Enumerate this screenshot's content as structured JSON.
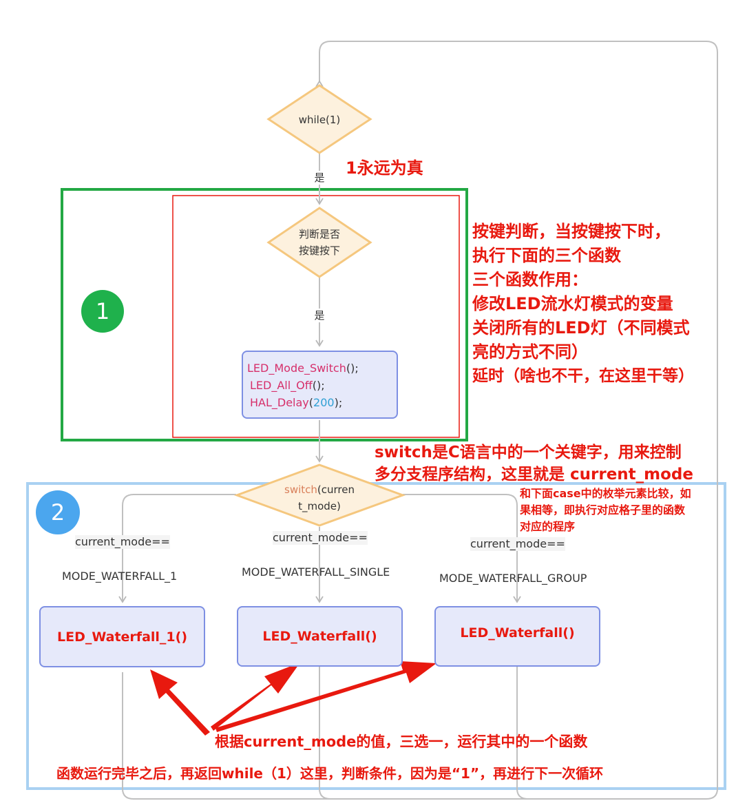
{
  "nodes": {
    "while_cond": "while(1)",
    "key_check_line1": "判断是否",
    "key_check_line2": "按键按下",
    "code_lines": [
      {
        "name": "LED_Mode_Switch",
        "punct": "();"
      },
      {
        "name": "LED_All_Off",
        "punct": "();"
      },
      {
        "name": "HAL_Delay",
        "punct_open": "(",
        "arg": "200",
        "punct_close": ");"
      }
    ],
    "switch_keyword": "switch",
    "switch_rest_line1": "(curren",
    "switch_rest_line2": "t_mode)",
    "func_1": "LED_Waterfall_1()",
    "func_2": "LED_Waterfall()",
    "func_3": "LED_Waterfall()"
  },
  "edges": {
    "yes_1": "是",
    "yes_2": "是",
    "case_prefix": "current_mode==",
    "case_1": "MODE_WATERFALL_1",
    "case_2": "MODE_WATERFALL_SINGLE",
    "case_3": "MODE_WATERFALL_GROUP"
  },
  "badges": {
    "badge_1": "1",
    "badge_2": "2"
  },
  "annotations": {
    "always_true": "1永远为真",
    "key_lines": [
      "按键判断，当按键按下时，",
      "执行下面的三个函数",
      "三个函数作用：",
      "修改LED流水灯模式的变量",
      "关闭所有的LED灯（不同模式",
      "亮的方式不同）",
      "延时（啥也不干，在这里干等）"
    ],
    "switch_line1": "switch是C语言中的一个关键字，用来控制",
    "switch_line2": "多分支程序结构，这里就是 current_mode",
    "case_lines": [
      "和下面case中的枚举元素比较，如",
      "果相等，即执行对应格子里的函数",
      "对应的程序"
    ],
    "select_one": "根据current_mode的值，三选一，运行其中的一个函数",
    "return_loop": "函数运行完毕之后，再返回while（1）这里，判断条件，因为是“1”，再进行下一次循环"
  },
  "colors": {
    "annotation_red": "#e8190f",
    "diamond_fill": "#fdf1de",
    "diamond_stroke": "#f5c77e",
    "process_fill": "#e6e9fa",
    "process_stroke": "#7d8fe3",
    "connector_gray": "#c0c0c0",
    "green_box": "#23a844",
    "blue_box": "#a9d1f2",
    "badge_green": "#1fb14c",
    "badge_blue": "#4ba6ee",
    "code_pink": "#d62f6a",
    "code_number": "#2fa0d4"
  }
}
